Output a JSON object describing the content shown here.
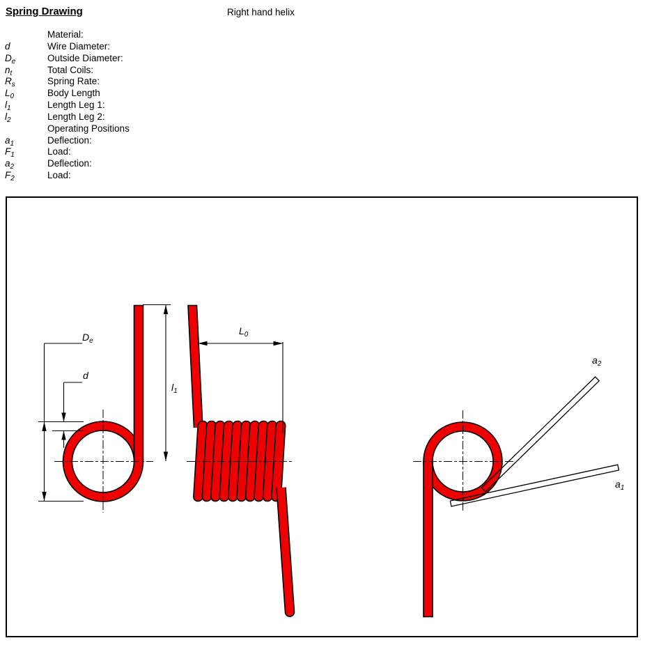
{
  "header": {
    "title": "Spring Drawing",
    "helix_note": "Right hand helix"
  },
  "parameters": [
    {
      "symbol": "",
      "sub": "",
      "label": "Material:"
    },
    {
      "symbol": "d",
      "sub": "",
      "label": "Wire Diameter:"
    },
    {
      "symbol": "D",
      "sub": "e",
      "label": "Outside Diameter:"
    },
    {
      "symbol": "n",
      "sub": "t",
      "label": "Total Coils:"
    },
    {
      "symbol": "R",
      "sub": "s",
      "label": "Spring Rate:"
    },
    {
      "symbol": "L",
      "sub": "0",
      "label": "Body Length"
    },
    {
      "symbol": "l",
      "sub": "1",
      "label": "Length Leg 1:"
    },
    {
      "symbol": "l",
      "sub": "2",
      "label": "Length Leg 2:"
    },
    {
      "symbol": "",
      "sub": "",
      "label": "Operating Positions"
    },
    {
      "symbol": "a",
      "sub": "1",
      "label": "Deflection:"
    },
    {
      "symbol": "F",
      "sub": "1",
      "label": "Load:"
    },
    {
      "symbol": "a",
      "sub": "2",
      "label": "Deflection:"
    },
    {
      "symbol": "F",
      "sub": "2",
      "label": "Load:"
    }
  ],
  "drawing_labels": {
    "outside_diameter": {
      "main": "D",
      "sub": "e"
    },
    "wire_diameter": {
      "main": "d",
      "sub": ""
    },
    "leg1_length": {
      "main": "l",
      "sub": "1"
    },
    "body_length": {
      "main": "L",
      "sub": "0"
    },
    "deflection_pos1": {
      "main": "a",
      "sub": "1"
    },
    "deflection_pos2": {
      "main": "a",
      "sub": "2"
    }
  },
  "colors": {
    "wire_fill": "#ee0000",
    "outline": "#000000"
  }
}
